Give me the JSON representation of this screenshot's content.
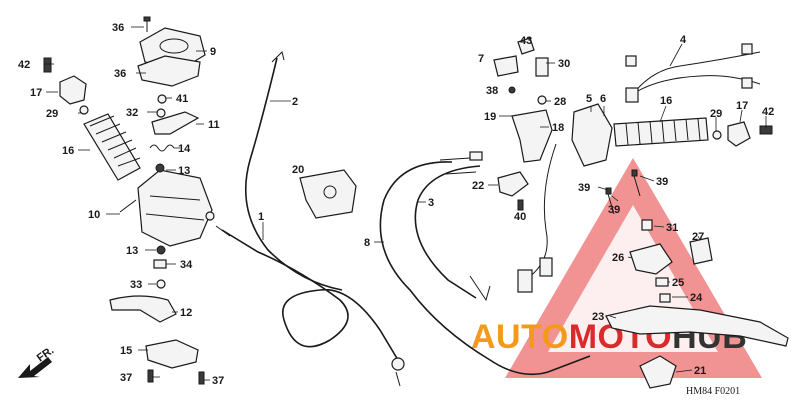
{
  "diagram": {
    "code": "HM84 F0201",
    "direction_label": "FR.",
    "watermark": {
      "word_parts": [
        "AUTO",
        "MOTO",
        "HUB"
      ],
      "colors": {
        "orange": "#f39a1b",
        "red": "#d92b2b",
        "dark": "#333333"
      }
    },
    "labels": [
      {
        "id": "36a",
        "text": "36"
      },
      {
        "id": "9",
        "text": "9"
      },
      {
        "id": "42a",
        "text": "42"
      },
      {
        "id": "36b",
        "text": "36"
      },
      {
        "id": "17a",
        "text": "17"
      },
      {
        "id": "41",
        "text": "41"
      },
      {
        "id": "29a",
        "text": "29"
      },
      {
        "id": "32",
        "text": "32"
      },
      {
        "id": "11",
        "text": "11"
      },
      {
        "id": "16a",
        "text": "16"
      },
      {
        "id": "14",
        "text": "14"
      },
      {
        "id": "13a",
        "text": "13"
      },
      {
        "id": "10",
        "text": "10"
      },
      {
        "id": "13b",
        "text": "13"
      },
      {
        "id": "34",
        "text": "34"
      },
      {
        "id": "33",
        "text": "33"
      },
      {
        "id": "12",
        "text": "12"
      },
      {
        "id": "15",
        "text": "15"
      },
      {
        "id": "37a",
        "text": "37"
      },
      {
        "id": "37b",
        "text": "37"
      },
      {
        "id": "2",
        "text": "2"
      },
      {
        "id": "20",
        "text": "20"
      },
      {
        "id": "1",
        "text": "1"
      },
      {
        "id": "3",
        "text": "3"
      },
      {
        "id": "8",
        "text": "8"
      },
      {
        "id": "22",
        "text": "22"
      },
      {
        "id": "40",
        "text": "40"
      },
      {
        "id": "43",
        "text": "43"
      },
      {
        "id": "7",
        "text": "7"
      },
      {
        "id": "30",
        "text": "30"
      },
      {
        "id": "38",
        "text": "38"
      },
      {
        "id": "28",
        "text": "28"
      },
      {
        "id": "19",
        "text": "19"
      },
      {
        "id": "18",
        "text": "18"
      },
      {
        "id": "5",
        "text": "5"
      },
      {
        "id": "6",
        "text": "6"
      },
      {
        "id": "4",
        "text": "4"
      },
      {
        "id": "16b",
        "text": "16"
      },
      {
        "id": "29b",
        "text": "29"
      },
      {
        "id": "17b",
        "text": "17"
      },
      {
        "id": "42b",
        "text": "42"
      },
      {
        "id": "39a",
        "text": "39"
      },
      {
        "id": "39b",
        "text": "39"
      },
      {
        "id": "39c",
        "text": "39"
      },
      {
        "id": "31",
        "text": "31"
      },
      {
        "id": "27",
        "text": "27"
      },
      {
        "id": "26",
        "text": "26"
      },
      {
        "id": "25",
        "text": "25"
      },
      {
        "id": "24",
        "text": "24"
      },
      {
        "id": "23",
        "text": "23"
      },
      {
        "id": "21",
        "text": "21"
      }
    ]
  }
}
